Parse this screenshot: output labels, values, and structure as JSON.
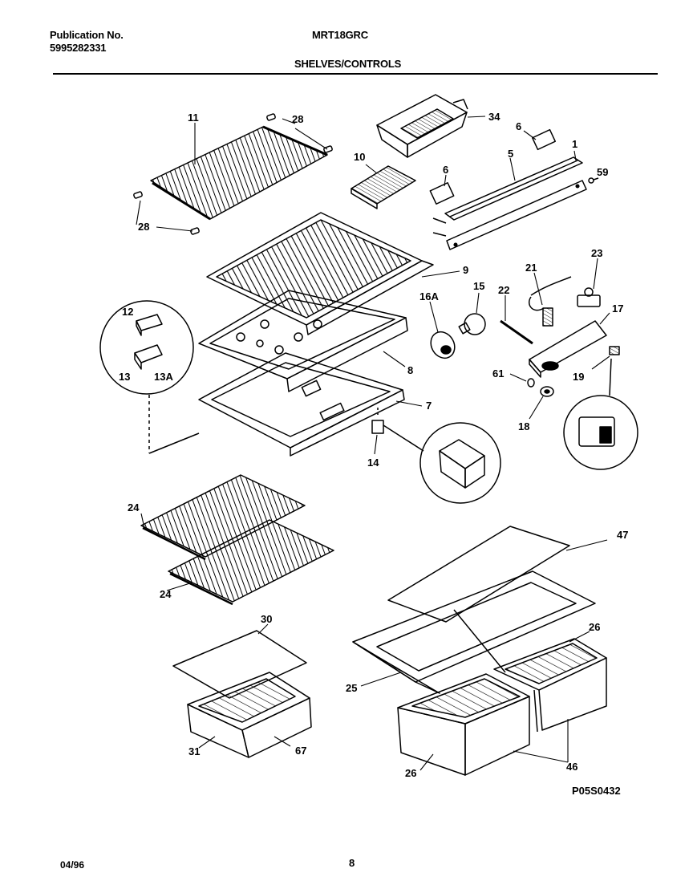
{
  "header": {
    "publication_label": "Publication No.",
    "publication_number": "5995282331",
    "model": "MRT18GRC",
    "section_title": "SHELVES/CONTROLS"
  },
  "parts": {
    "p1": "1",
    "p5": "5",
    "p6a": "6",
    "p6b": "6",
    "p7": "7",
    "p8": "8",
    "p9": "9",
    "p10": "10",
    "p11": "11",
    "p12": "12",
    "p13": "13",
    "p13a": "13A",
    "p14": "14",
    "p15": "15",
    "p16a": "16A",
    "p17": "17",
    "p18": "18",
    "p19": "19",
    "p21": "21",
    "p22": "22",
    "p23": "23",
    "p24a": "24",
    "p24b": "24",
    "p25": "25",
    "p26a": "26",
    "p26b": "26",
    "p28a": "28",
    "p28b": "28",
    "p30": "30",
    "p31": "31",
    "p34": "34",
    "p46": "46",
    "p47": "47",
    "p59": "59",
    "p61": "61",
    "p67": "67"
  },
  "diagram_code": "P05S0432",
  "footer": {
    "date": "04/96",
    "page": "8"
  }
}
